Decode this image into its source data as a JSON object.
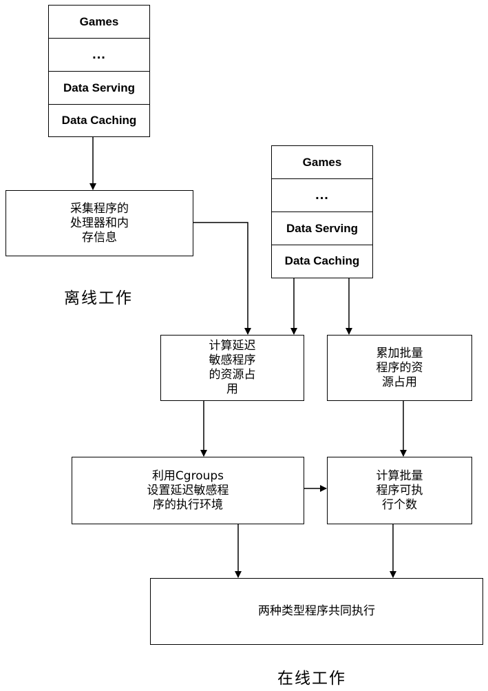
{
  "stack_left": {
    "layers": [
      "Games",
      "...",
      "Data Serving",
      "Data Caching"
    ]
  },
  "stack_right": {
    "layers": [
      "Games",
      "...",
      "Data Serving",
      "Data Caching"
    ]
  },
  "nodes": {
    "collect": "采集程序的\n处理器和内\n存信息",
    "calc_latency": "计算延迟\n敏感程序\n的资源占\n用",
    "accumulate_batch": "累加批量\n程序的资\n源占用",
    "cgroups": "利用Cgroups\n设置延迟敏感程\n序的执行环境",
    "calc_batch": "计算批量\n程序可执\n行个数",
    "co_execute": "两种类型程序共同执行"
  },
  "captions": {
    "offline": "离线工作",
    "online": "在线工作"
  }
}
